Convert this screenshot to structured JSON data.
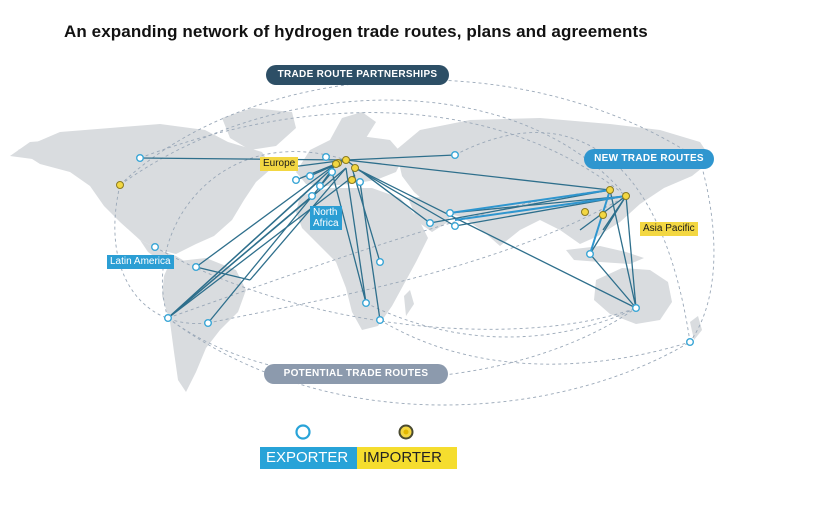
{
  "header": {
    "title": "An expanding network of hydrogen trade routes, plans and agreements"
  },
  "labels": {
    "trade_route_partnerships": "TRADE ROUTE PARTNERSHIPS",
    "new_trade_routes": "NEW TRADE ROUTES",
    "potential_trade_routes": "POTENTIAL TRADE ROUTES"
  },
  "regions": {
    "europe": "Europe",
    "north_africa_line1": "North",
    "north_africa_line2": "Africa",
    "latin_america": "Latin America",
    "asia_pacific": "Asia Pacific"
  },
  "legend": {
    "exporter": "EXPORTER",
    "importer": "IMPORTER"
  },
  "colors": {
    "land": "#d9dcdf",
    "route_solid": "#2e6f8c",
    "route_new": "#2f96cf",
    "route_dashed": "#9aa8b8",
    "exporter": "#3aa6d6",
    "importer": "#f3d742"
  }
}
